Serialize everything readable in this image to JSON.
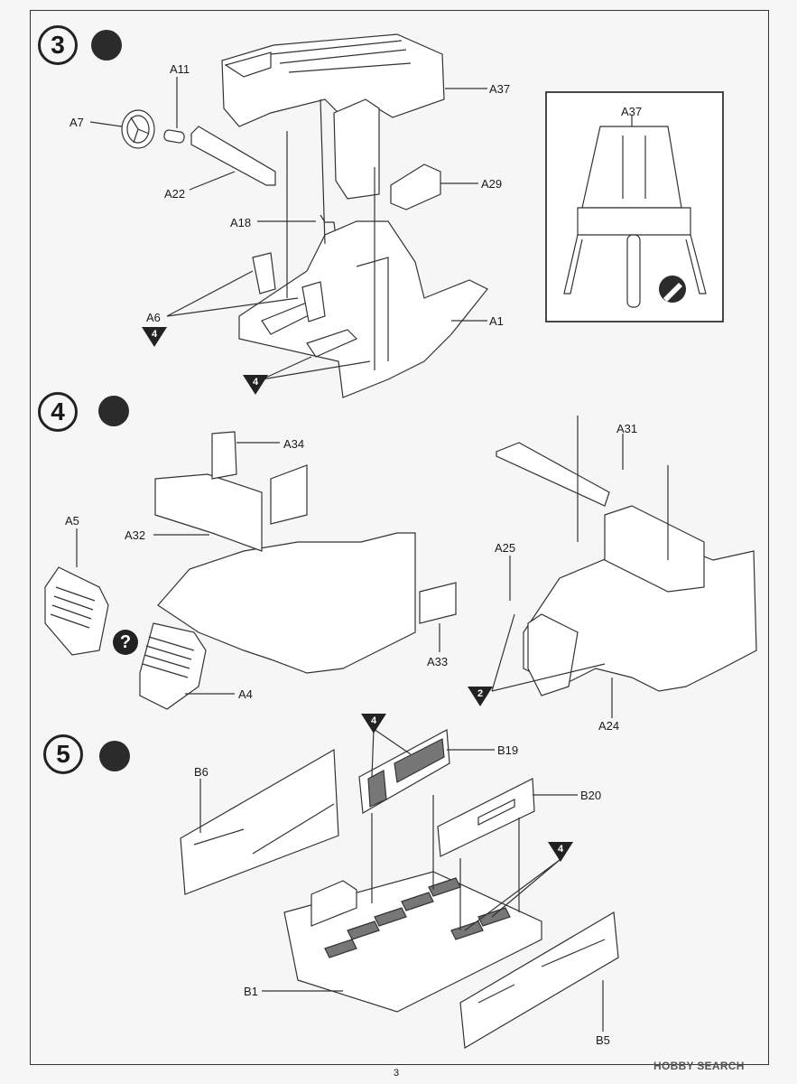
{
  "steps": [
    {
      "number": "3"
    },
    {
      "number": "4"
    },
    {
      "number": "5"
    }
  ],
  "labels": {
    "a11": "A11",
    "a7": "A7",
    "a22": "A22",
    "a37": "A37",
    "a29": "A29",
    "a18": "A18",
    "a6": "A6",
    "a1": "A1",
    "a37_inset": "A37",
    "a34": "A34",
    "a31": "A31",
    "a32": "A32",
    "a5": "A5",
    "a25": "A25",
    "a33": "A33",
    "a4": "A4",
    "a24": "A24",
    "b19": "B19",
    "b6": "B6",
    "b20": "B20",
    "b1": "B1",
    "b5": "B5"
  },
  "markers": {
    "color_ref_4": "4",
    "color_ref_2": "2",
    "question": "?"
  },
  "page_number": "3",
  "watermark": "HOBBY SEARCH",
  "icons": {
    "glue": "glue-pen-icon",
    "knife": "hobby-knife-icon",
    "optional": "question-icon"
  }
}
